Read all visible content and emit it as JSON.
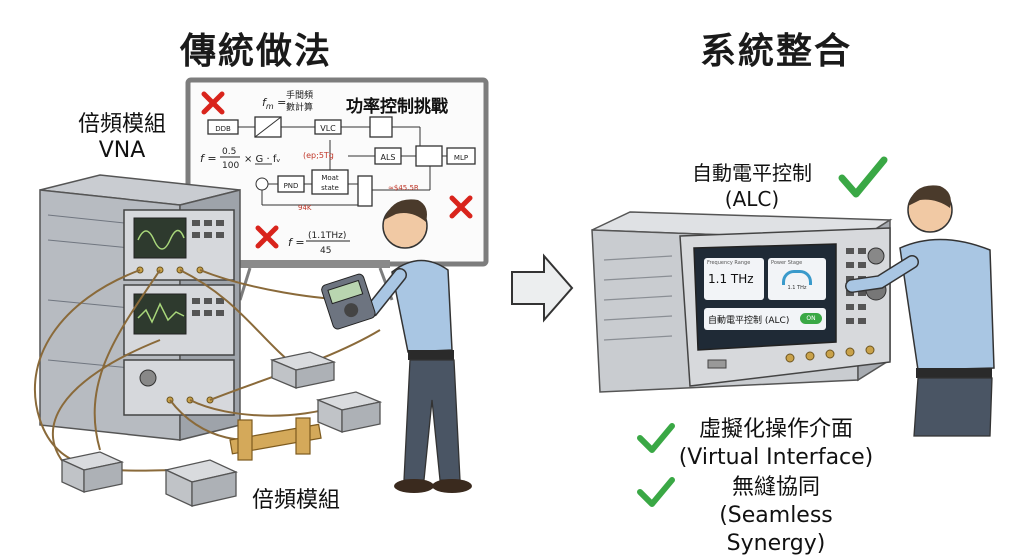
{
  "left": {
    "title": "傳統做法",
    "module_top_label_line1": "倍頻模組",
    "module_top_label_line2": "VNA",
    "module_bottom_label": "倍頻模組",
    "whiteboard": {
      "title": "功率控制挑戰",
      "fm_label": "fm =",
      "fm_note_line1": "手間頻",
      "fm_note_line2": "數計算",
      "eq1": "f = 0.5/100 × G · fᵥ",
      "eq2": "f = (1.1THz)/45",
      "blocks": [
        "DDB",
        "VLC",
        "ALS",
        "MLP",
        "PND",
        "Moat state"
      ],
      "red_notes": [
        "(ep;5Tg",
        "≈$45.5R",
        "94K"
      ]
    }
  },
  "right": {
    "title": "系統整合",
    "alc_line1": "自動電平控制",
    "alc_line2": "(ALC)",
    "screen": {
      "freq_label": "Frequency Range",
      "freq_value": "1.1 THz",
      "power_label": "Power Stage",
      "power_value": "1.1 THz",
      "alc_toggle_label": "自動電平控制 (ALC)",
      "toggle_state": "ON"
    },
    "benefits": [
      {
        "line1": "虛擬化操作介面",
        "line2": "(Virtual Interface)"
      },
      {
        "line1": "無縫協同",
        "line2": "(Seamless Synergy)"
      }
    ]
  },
  "colors": {
    "check": "#3aa845",
    "cross": "#d9241c",
    "shirt": "#a9c6e3",
    "pants": "#4a5564"
  }
}
